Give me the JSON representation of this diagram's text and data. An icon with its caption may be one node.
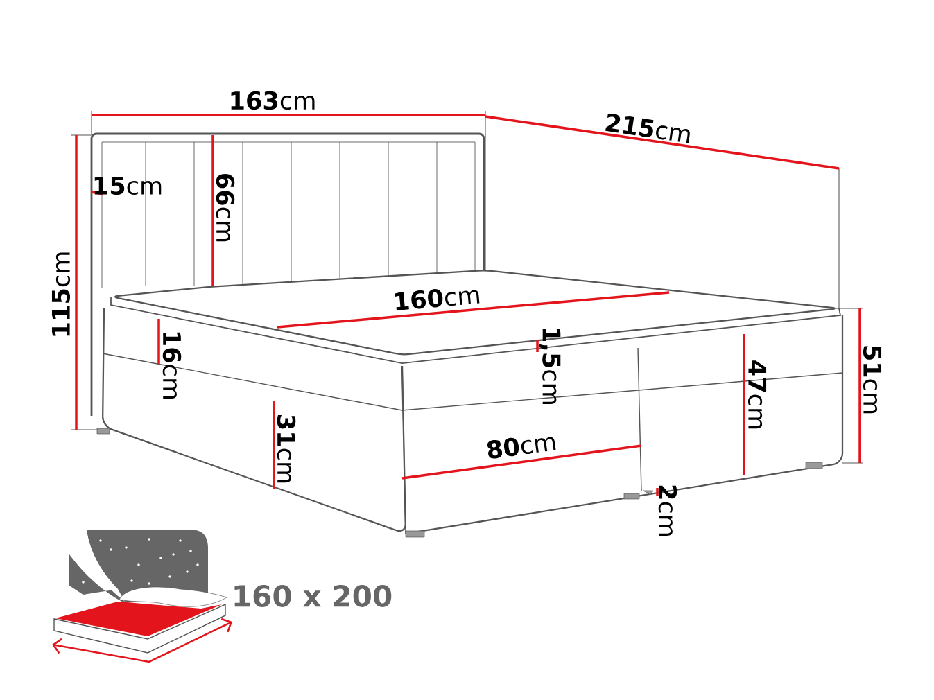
{
  "diagram": {
    "labels": [
      "**163**cm",
      "**215**cm",
      "**15**cm",
      "**66**cm",
      "**115**cm",
      "**160**cm",
      "**16**cm",
      "**1,5**cm",
      "**51**cm",
      "**47**cm",
      "**31**cm",
      "**80**cm",
      "**2**cm",
      "160 x 200"
    ]
  }
}
